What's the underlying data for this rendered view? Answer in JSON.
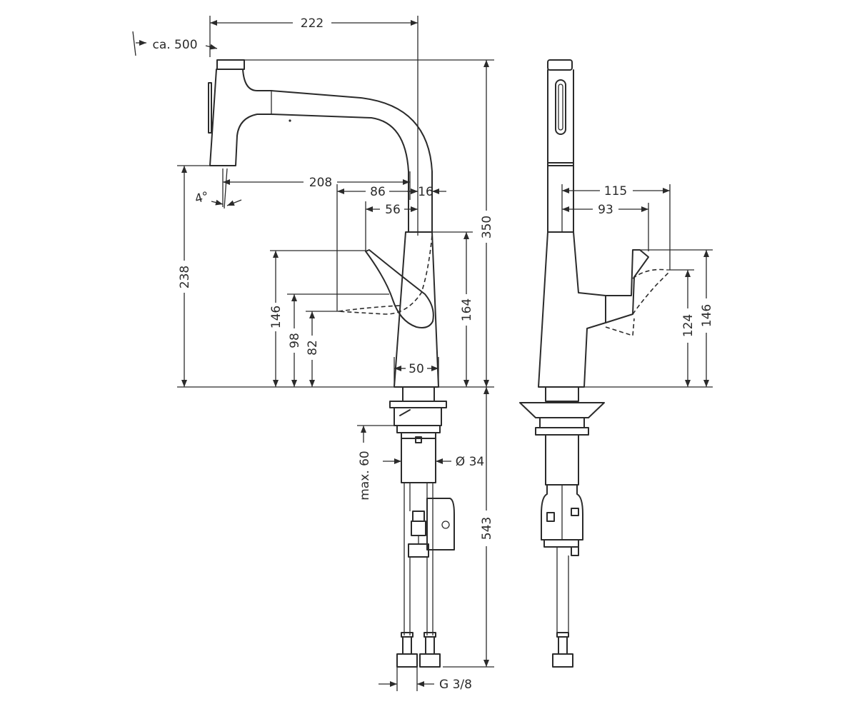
{
  "dimensions": {
    "d222": "222",
    "ca500": "ca. 500",
    "d208": "208",
    "d86": "86",
    "d16": "16",
    "d56": "56",
    "d350": "350",
    "d238": "238",
    "angle4": "4°",
    "d146_front": "146",
    "d98": "98",
    "d82": "82",
    "d164": "164",
    "d50": "50",
    "max60": "max. 60",
    "dia34": "Ø 34",
    "d543": "543",
    "g38": "G 3/8",
    "d115": "115",
    "d93": "93",
    "d124": "124",
    "d146_side": "146"
  }
}
